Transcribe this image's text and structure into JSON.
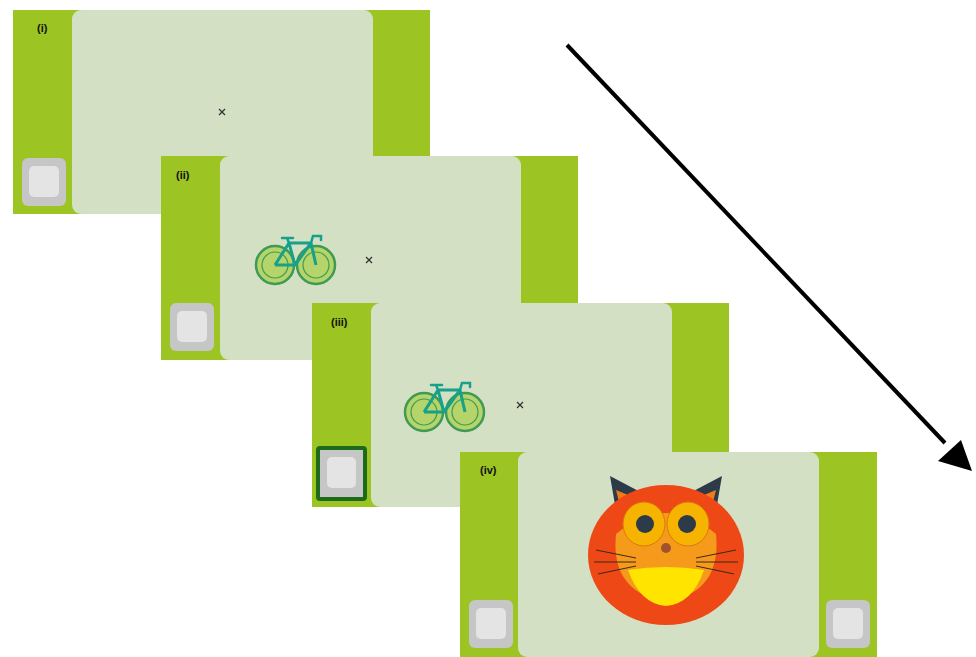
{
  "diagram": {
    "nodes": [
      {
        "text": [
          "(i)"
        ]
      },
      {
        "text": [
          "(ii)"
        ]
      },
      {
        "text": [
          "(iii)"
        ]
      },
      {
        "text": [
          "(iv)"
        ]
      }
    ]
  }
}
